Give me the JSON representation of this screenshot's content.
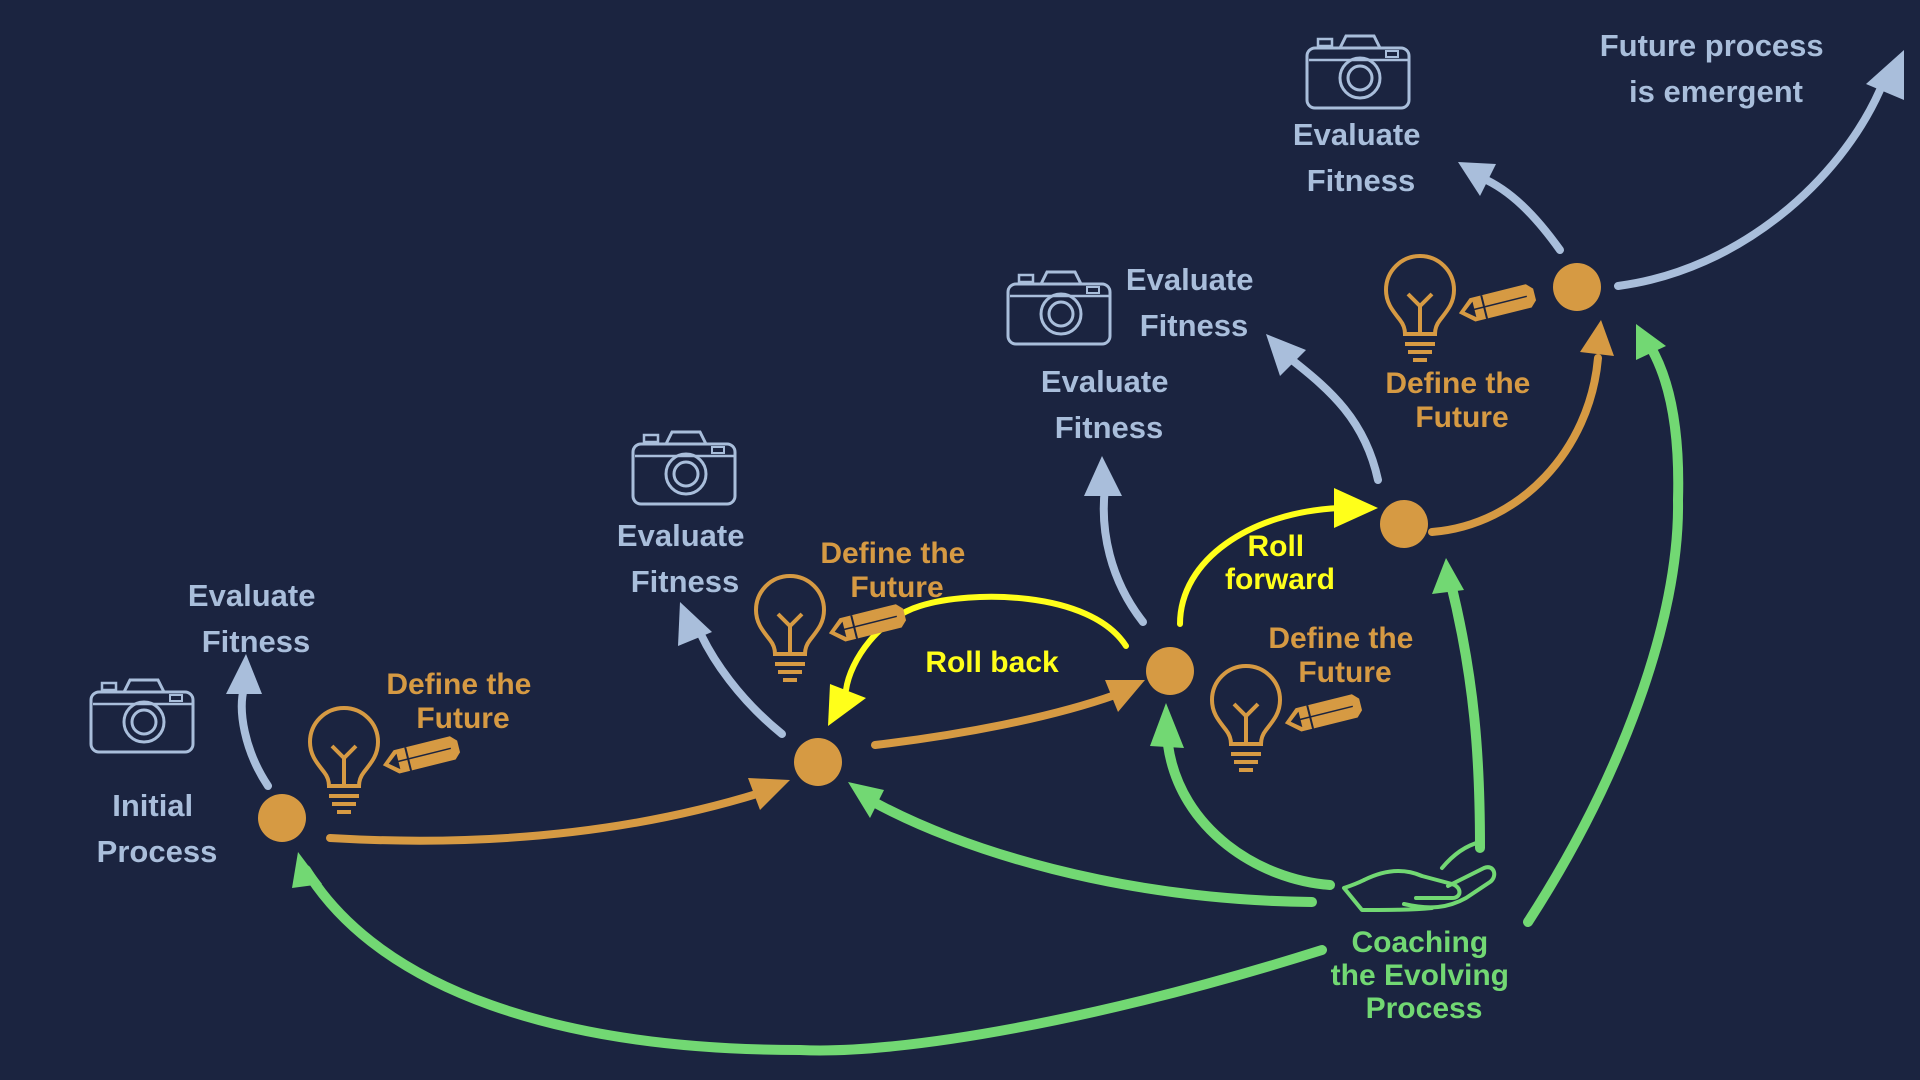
{
  "colors": {
    "background": "#1b2440",
    "evaluate": "#a9bedb",
    "define": "#d69a43",
    "roll": "#ffff1a",
    "coaching": "#72d873"
  },
  "labels": {
    "initial_process": [
      "Initial",
      "Process"
    ],
    "evaluate_fitness_1": [
      "Evaluate",
      "Fitness"
    ],
    "define_future_1": [
      "Define the",
      "Future"
    ],
    "evaluate_fitness_2": [
      "Evaluate",
      "Fitness"
    ],
    "define_future_2": [
      "Define the",
      "Future"
    ],
    "roll_back": "Roll back",
    "roll_forward": [
      "Roll",
      "forward"
    ],
    "evaluate_fitness_3": [
      "Evaluate",
      "Fitness"
    ],
    "define_future_3": [
      "Define the",
      "Future"
    ],
    "evaluate_fitness_4": [
      "Evaluate",
      "Fitness"
    ],
    "define_future_4": [
      "Define the",
      "Future"
    ],
    "evaluate_fitness_5": [
      "Evaluate",
      "Fitness"
    ],
    "future_emergent": [
      "Future process",
      "is emergent"
    ],
    "coaching": [
      "Coaching",
      "the Evolving",
      "Process"
    ]
  },
  "icons": {
    "camera": "camera-icon",
    "bulb": "lightbulb-icon",
    "pencil": "pencil-icon",
    "hand": "open-hand-icon"
  }
}
